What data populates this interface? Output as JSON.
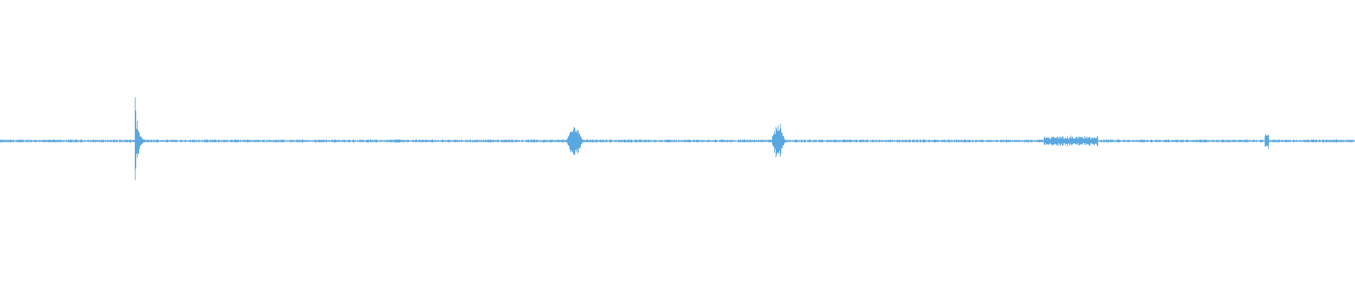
{
  "waveform": {
    "color": "#5aa8e0",
    "baseline_amplitude": 0.008,
    "bursts": [
      {
        "position": 0.0995,
        "amplitude": 0.3,
        "duration": 0.012,
        "shape": "transient"
      },
      {
        "position": 0.293,
        "amplitude": 0.012,
        "duration": 0.004,
        "shape": "blip"
      },
      {
        "position": 0.424,
        "amplitude": 0.1,
        "duration": 0.012,
        "shape": "rounded"
      },
      {
        "position": 0.574,
        "amplitude": 0.12,
        "duration": 0.01,
        "shape": "rounded"
      },
      {
        "position": 0.79,
        "amplitude": 0.035,
        "duration": 0.04,
        "shape": "flat"
      },
      {
        "position": 0.9345,
        "amplitude": 0.05,
        "duration": 0.003,
        "shape": "blip"
      }
    ]
  }
}
